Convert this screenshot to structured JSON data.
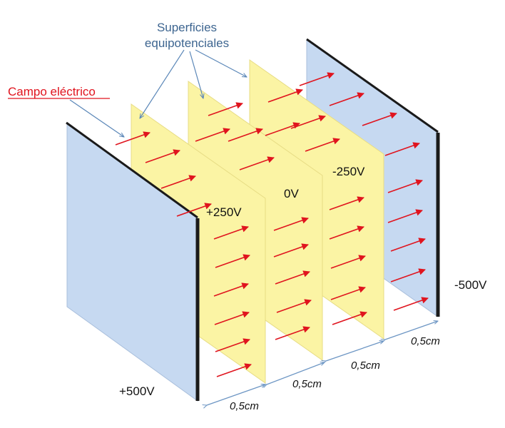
{
  "title": {
    "line1": "Superficies",
    "line2": "equipotenciales"
  },
  "field_label": "Campo eléctrico",
  "plates": {
    "positive": "+500V",
    "negative": "-500V"
  },
  "surfaces": {
    "s1": "+250V",
    "s2": "0V",
    "s3": "-250V"
  },
  "distances": {
    "d1": "0,5cm",
    "d2": "0,5cm",
    "d3": "0,5cm"
  },
  "colors": {
    "plate_fill": "#c6d9f1",
    "surface_fill": "#fbf4a4",
    "arrow": "#e0141e",
    "title_text": "#3d6590",
    "field_text": "#e0141e",
    "dim_line": "#6d96c4"
  }
}
